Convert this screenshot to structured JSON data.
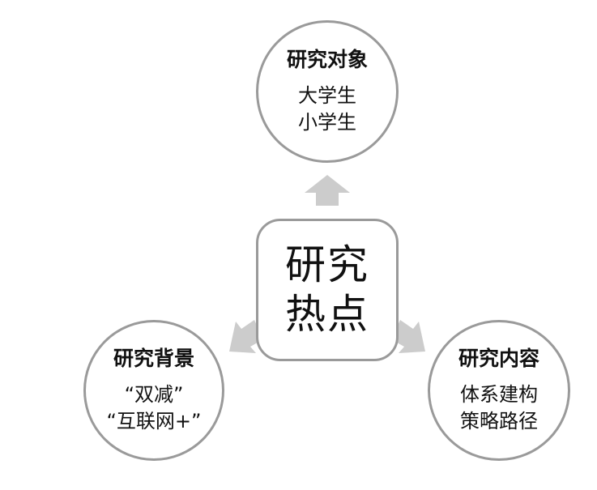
{
  "center": {
    "line1": "研究",
    "line2": "热点"
  },
  "top_node": {
    "title": "研究对象",
    "items": [
      "大学生",
      "小学生"
    ]
  },
  "left_node": {
    "title": "研究背景",
    "items": [
      "“双减”",
      "“互联网+”"
    ]
  },
  "right_node": {
    "title": "研究内容",
    "items": [
      "体系建构",
      "策略路径"
    ]
  },
  "colors": {
    "border": "#9a9a9a",
    "arrow": "#cccccc",
    "text": "#111111"
  }
}
